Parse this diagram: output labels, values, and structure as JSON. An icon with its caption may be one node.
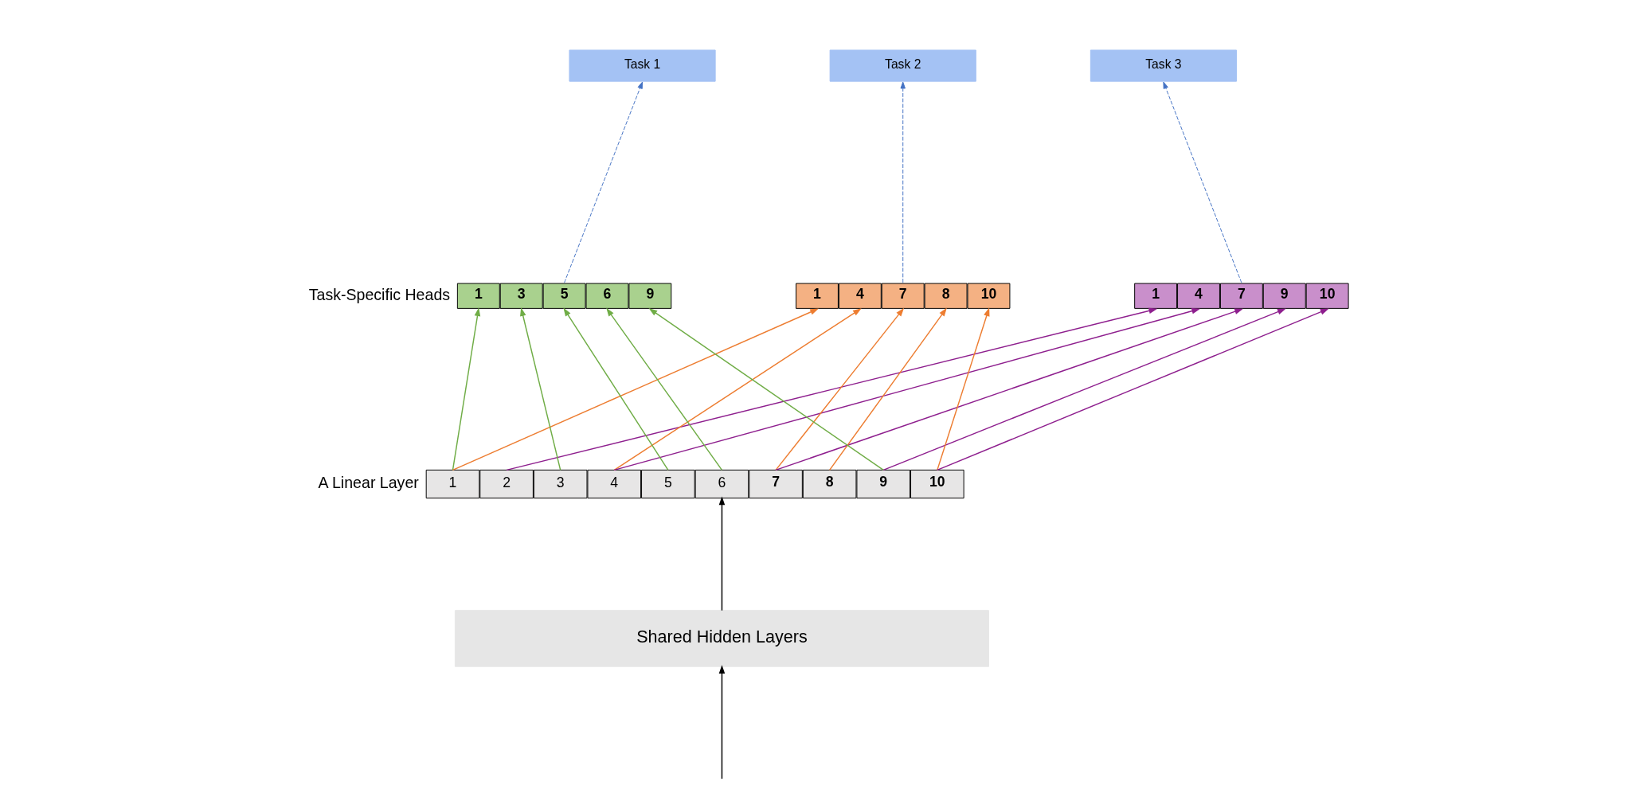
{
  "diagram": {
    "nodes": [
      {
        "text": [
          "Task 1"
        ]
      },
      {
        "text": [
          "Task 2"
        ]
      },
      {
        "text": [
          "Task 3"
        ]
      },
      {
        "text": [
          "1"
        ]
      },
      {
        "text": [
          "3"
        ]
      },
      {
        "text": [
          "5"
        ]
      },
      {
        "text": [
          "6"
        ]
      },
      {
        "text": [
          "9"
        ]
      },
      {
        "text": [
          "1"
        ]
      },
      {
        "text": [
          "4"
        ]
      },
      {
        "text": [
          "7"
        ]
      },
      {
        "text": [
          "8"
        ]
      },
      {
        "text": [
          "10"
        ]
      },
      {
        "text": [
          "1"
        ]
      },
      {
        "text": [
          "4"
        ]
      },
      {
        "text": [
          "7"
        ]
      },
      {
        "text": [
          "9"
        ]
      },
      {
        "text": [
          "10"
        ]
      },
      {
        "text": [
          "1"
        ]
      },
      {
        "text": [
          "2"
        ]
      },
      {
        "text": [
          "3"
        ]
      },
      {
        "text": [
          "4"
        ]
      },
      {
        "text": [
          "5"
        ]
      },
      {
        "text": [
          "6"
        ]
      },
      {
        "text": [
          "7"
        ]
      },
      {
        "text": [
          "8"
        ]
      },
      {
        "text": [
          "9"
        ]
      },
      {
        "text": [
          "10"
        ]
      },
      {
        "text": [
          "Shared Hidden Layers"
        ]
      }
    ],
    "edges": [
      {
        "from": 18,
        "to": 3,
        "arrow": "to",
        "color": "#70ad47"
      },
      {
        "from": 20,
        "to": 4,
        "arrow": "to",
        "color": "#70ad47"
      },
      {
        "from": 22,
        "to": 5,
        "arrow": "to",
        "color": "#70ad47"
      },
      {
        "from": 23,
        "to": 6,
        "arrow": "to",
        "color": "#70ad47"
      },
      {
        "from": 26,
        "to": 7,
        "arrow": "to",
        "color": "#70ad47"
      },
      {
        "from": 18,
        "to": 8,
        "arrow": "to",
        "color": "#ed7d31"
      },
      {
        "from": 21,
        "to": 9,
        "arrow": "to",
        "color": "#ed7d31"
      },
      {
        "from": 24,
        "to": 10,
        "arrow": "to",
        "color": "#ed7d31"
      },
      {
        "from": 25,
        "to": 11,
        "arrow": "to",
        "color": "#ed7d31"
      },
      {
        "from": 27,
        "to": 12,
        "arrow": "to",
        "color": "#ed7d31"
      },
      {
        "from": 19,
        "to": 13,
        "arrow": "to",
        "color": "#8e1f8e"
      },
      {
        "from": 21,
        "to": 14,
        "arrow": "to",
        "color": "#8e1f8e"
      },
      {
        "from": 24,
        "to": 15,
        "arrow": "to",
        "color": "#8e1f8e"
      },
      {
        "from": 26,
        "to": 16,
        "arrow": "to",
        "color": "#8e1f8e"
      },
      {
        "from": 27,
        "to": 17,
        "arrow": "to",
        "color": "#8e1f8e"
      },
      {
        "from": 5,
        "to": 0,
        "arrow": "to",
        "style": "dashed",
        "color": "#4472c4"
      },
      {
        "from": 10,
        "to": 1,
        "arrow": "to",
        "style": "dashed",
        "color": "#4472c4"
      },
      {
        "from": 15,
        "to": 2,
        "arrow": "to",
        "style": "dashed",
        "color": "#4472c4"
      },
      {
        "from": 28,
        "to": 23,
        "arrow": "to",
        "color": "#000000"
      },
      {
        "from": null,
        "to": 28,
        "arrow": "to",
        "color": "#000000"
      }
    ],
    "labels": [
      "Task-Specific Heads",
      "A Linear Layer"
    ]
  }
}
